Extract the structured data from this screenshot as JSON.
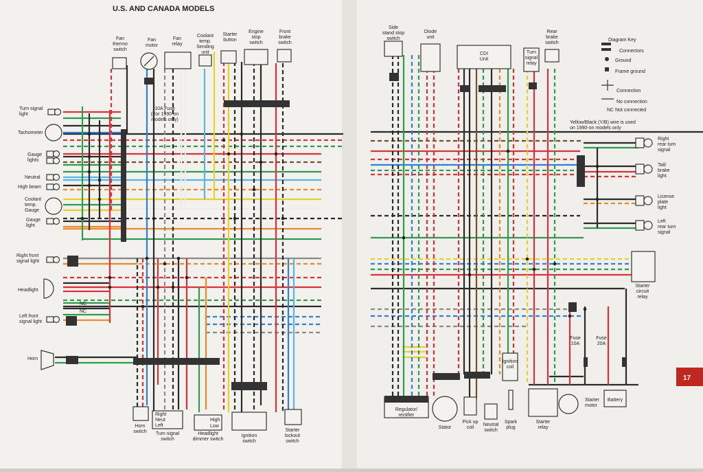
{
  "title": "U.S. AND CANADA MODELS",
  "page_number": "17",
  "top_components": {
    "fan_thermo_switch": [
      "Fan",
      "thermo",
      "switch"
    ],
    "fan_motor": [
      "Fan",
      "motor"
    ],
    "fan_relay": [
      "Fan",
      "relay"
    ],
    "coolant_temp_sending_unit": [
      "Coolant",
      "temp.",
      "Sending",
      "unit"
    ],
    "starter_button": [
      "Starter",
      "button"
    ],
    "engine_stop_switch": [
      "Engine",
      "stop",
      "switch"
    ],
    "front_brake_switch": [
      "Front",
      "brake",
      "switch"
    ],
    "side_stand_stop_switch": [
      "Side",
      "stand stop",
      "switch"
    ],
    "diode_unit": [
      "Diode",
      "unit"
    ],
    "cdi_unit": [
      "CDI",
      "Unit"
    ],
    "turn_signal_relay": [
      "Turn",
      "signal",
      "relay"
    ],
    "rear_brake_switch": [
      "Rear",
      "brake",
      "switch"
    ]
  },
  "fuse_note": [
    "10A Fuse",
    "(For 1990-on",
    "models only)"
  ],
  "yb_note": [
    "Yellow/Black (Y/B) wire is used",
    "on 1990-on models only"
  ],
  "left_components": {
    "turn_signal_light": [
      "Turn signal",
      "light"
    ],
    "tachometer": "Tachometer",
    "gauge_lights": [
      "Gauge",
      "lights"
    ],
    "neutral": "Neutral",
    "high_beam": "High beam",
    "coolant_temp_gauge": [
      "Coolant",
      "temp.",
      "Gauge"
    ],
    "gauge_light": [
      "Gauge",
      "light"
    ],
    "right_front_signal_light": [
      "Right front",
      "signal light"
    ],
    "headlight": "Headlight",
    "nc1": "NC",
    "nc2": "NC",
    "left_front_signal_light": [
      "Left front",
      "signal light"
    ],
    "horn": "Horn"
  },
  "bottom_components": {
    "horn_switch": [
      "Horn",
      "switch"
    ],
    "turn_signal_switch": [
      "Turn signal",
      "switch"
    ],
    "tss_right": "Right",
    "tss_neut": "Neut",
    "tss_left": "Left",
    "headlight_dimmer_switch": [
      "Headlight",
      "dimmer switch"
    ],
    "dimmer_high": "High",
    "dimmer_low": "Low",
    "ignition_switch": [
      "Ignition",
      "switch"
    ],
    "starter_lockout_switch": [
      "Starter",
      "lockout",
      "switch"
    ],
    "regulator_rectifier": [
      "Regulator/",
      "rectifier"
    ],
    "stator": "Stator",
    "pick_up_coil": [
      "Pick up",
      "coil"
    ],
    "neutral_switch": [
      "Neutral",
      "switch"
    ],
    "ignition_coil": [
      "Ignition",
      "coil"
    ],
    "spark_plug": [
      "Spark",
      "plug"
    ],
    "starter_relay": [
      "Starter",
      "relay"
    ],
    "starter_motor": [
      "Starter",
      "motor"
    ],
    "battery": "Battery",
    "fuse_10a": [
      "Fuse",
      "10A"
    ],
    "fuse_20a": [
      "Fuse",
      "20A"
    ]
  },
  "right_components": {
    "right_rear_turn_signal": [
      "Right",
      "rear turn",
      "signal"
    ],
    "tail_brake_light": [
      "Tail/",
      "brake",
      "light"
    ],
    "license_plate_light": [
      "License",
      "plate",
      "light"
    ],
    "left_rear_turn_signal": [
      "Left",
      "rear turn",
      "signal"
    ],
    "starter_circuit_relay": [
      "Starter",
      "circuit",
      "relay"
    ]
  },
  "diagram_key": {
    "title": "Diagram Key",
    "connectors": "Connectors",
    "ground": "Ground",
    "frame_ground": "Frame ground",
    "connection": "Connection",
    "no_connection": "No connection",
    "nc_not_connected": "NC  Not connected"
  },
  "colors": {
    "black": "#2a2a2a",
    "red": "#d6343a",
    "green": "#2f9a4e",
    "blue": "#2f7ed8",
    "yellow": "#e8cf2a",
    "orange": "#e98a2c",
    "brown": "#7a4e2a",
    "gray": "#8a8a8a",
    "lightblue": "#54b6e6",
    "white": "#ededed",
    "page_badge": "#c0271f"
  }
}
